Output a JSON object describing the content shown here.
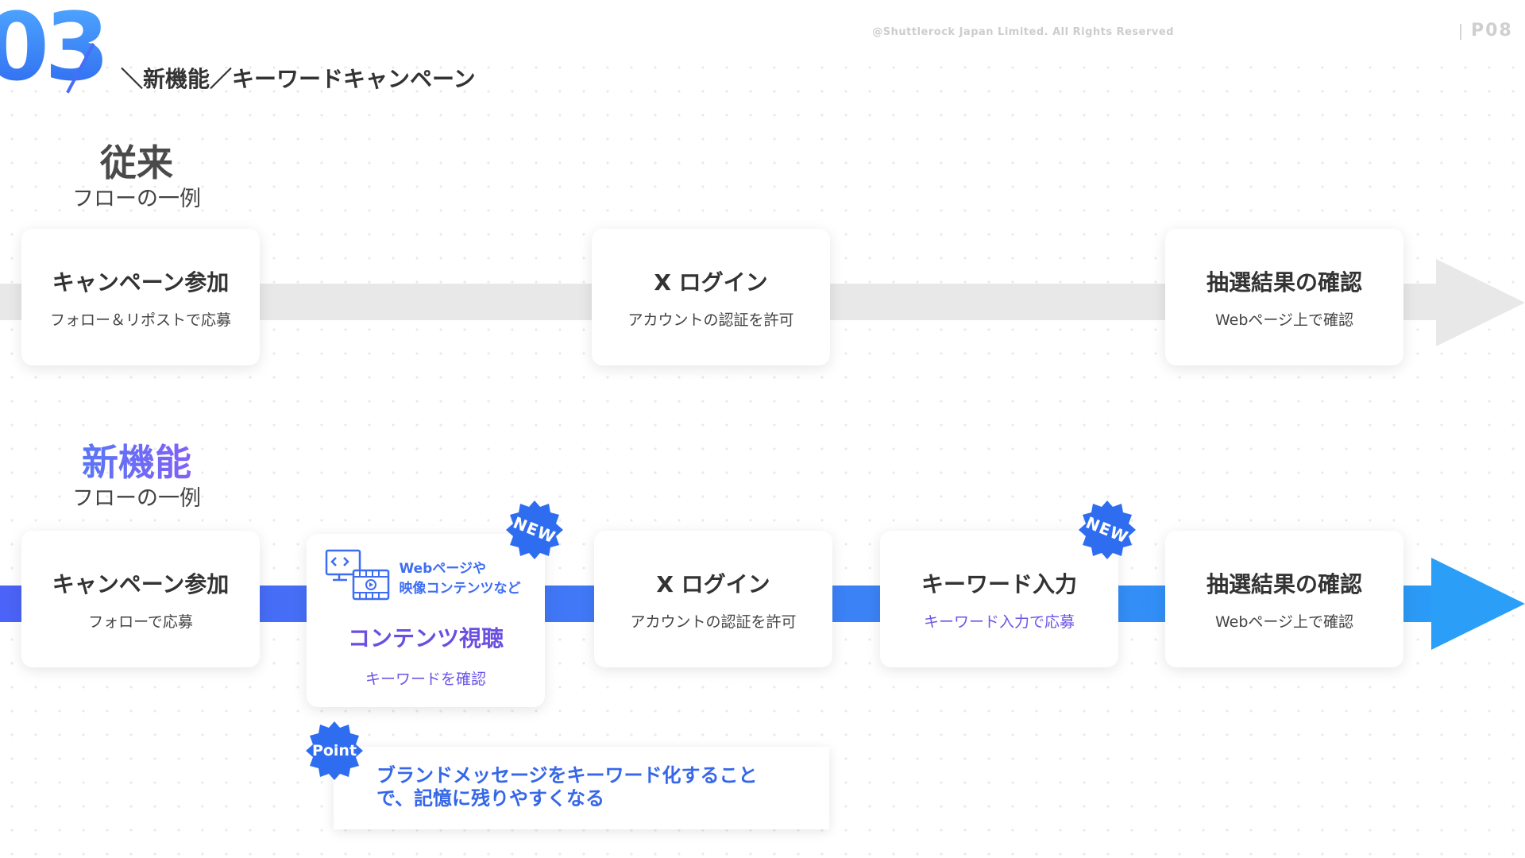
{
  "header": {
    "section_number": "03",
    "subtitle": "＼新機能／キーワードキャンペーン",
    "copyright": "@Shuttlerock Japan Limited. All Rights Reserved",
    "page_number": "P08"
  },
  "old_flow": {
    "label_main": "従来",
    "label_sub": "フローの一例",
    "steps": [
      {
        "title": "キャンペーン参加",
        "desc": "フォロー＆リポストで応募"
      },
      {
        "title": "X ログイン",
        "desc": "アカウントの認証を許可"
      },
      {
        "title": "抽選結果の確認",
        "desc": "Webページ上で確認"
      }
    ]
  },
  "new_flow": {
    "label_main": "新機能",
    "label_sub": "フローの一例",
    "steps": [
      {
        "title": "キャンペーン参加",
        "desc": "フォローで応募"
      },
      {
        "sub_line1": "Webページや",
        "sub_line2": "映像コンテンツなど",
        "title": "コンテンツ視聴",
        "desc": "キーワードを確認",
        "icon": "web-video-content-icon"
      },
      {
        "title": "X ログイン",
        "desc": "アカウントの認証を許可"
      },
      {
        "title": "キーワード入力",
        "desc": "キーワード入力で応募"
      },
      {
        "title": "抽選結果の確認",
        "desc": "Webページ上で確認"
      }
    ],
    "badge_new": "NEW",
    "badge_point": "Point",
    "point_line1": "ブランドメッセージをキーワード化すること",
    "point_line2": "で、記憶に残りやすくなる"
  },
  "colors": {
    "accent_blue": "#3b82f6",
    "accent_purple": "#6a4fe0",
    "old_bar": "#e8e8e8",
    "badge": "#2f6df0"
  }
}
